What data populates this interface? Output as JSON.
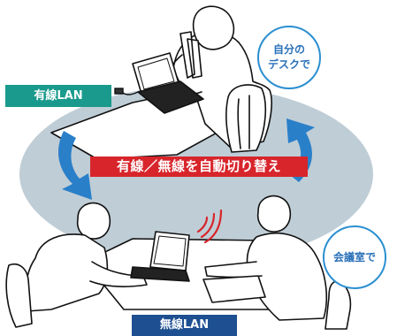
{
  "labels": {
    "wired": "有線LAN",
    "wireless": "無線LAN",
    "switch_banner": "有線／無線を自動切り替え"
  },
  "bubbles": {
    "desk": {
      "line1": "自分の",
      "line2": "デスクで"
    },
    "meeting": {
      "line1": "会議室で"
    }
  },
  "colors": {
    "wired_label_bg": "#1a9a8c",
    "wireless_label_bg": "#1d4f91",
    "banner_bg": "#d7252b",
    "ellipse": "#bfcdd6",
    "arrow": "#2a7fc9",
    "bubble_border": "#2b8fd0",
    "signal": "#d7252b"
  }
}
